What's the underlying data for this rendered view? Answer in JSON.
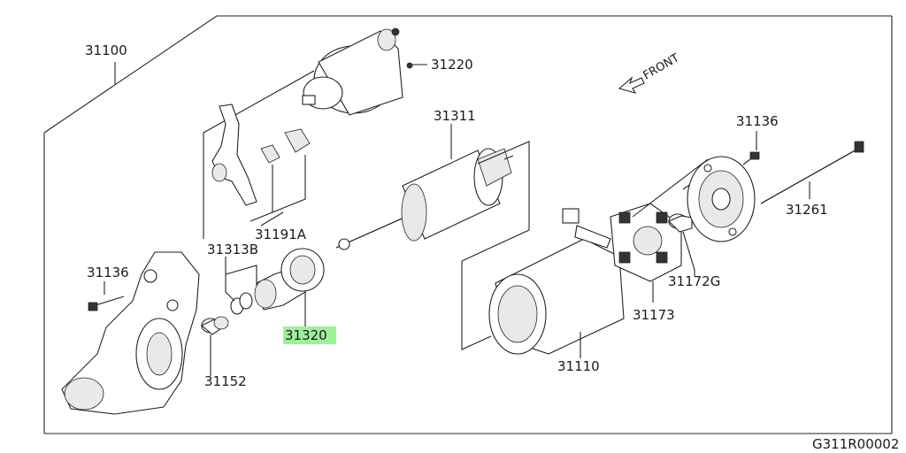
{
  "diagram": {
    "direction_label": "FRONT",
    "figure_code": "G311R00002",
    "highlighted_part": "31320",
    "parts": {
      "p31100": "31100",
      "p31220": "31220",
      "p31311": "31311",
      "p31136_top": "31136",
      "p31261": "31261",
      "p31191A": "31191A",
      "p31313B": "31313B",
      "p31136_left": "31136",
      "p31172G": "31172G",
      "p31173": "31173",
      "p31320": "31320",
      "p31152": "31152",
      "p31110": "31110"
    },
    "colors": {
      "highlight": "#9df09a",
      "line": "#222222"
    }
  }
}
